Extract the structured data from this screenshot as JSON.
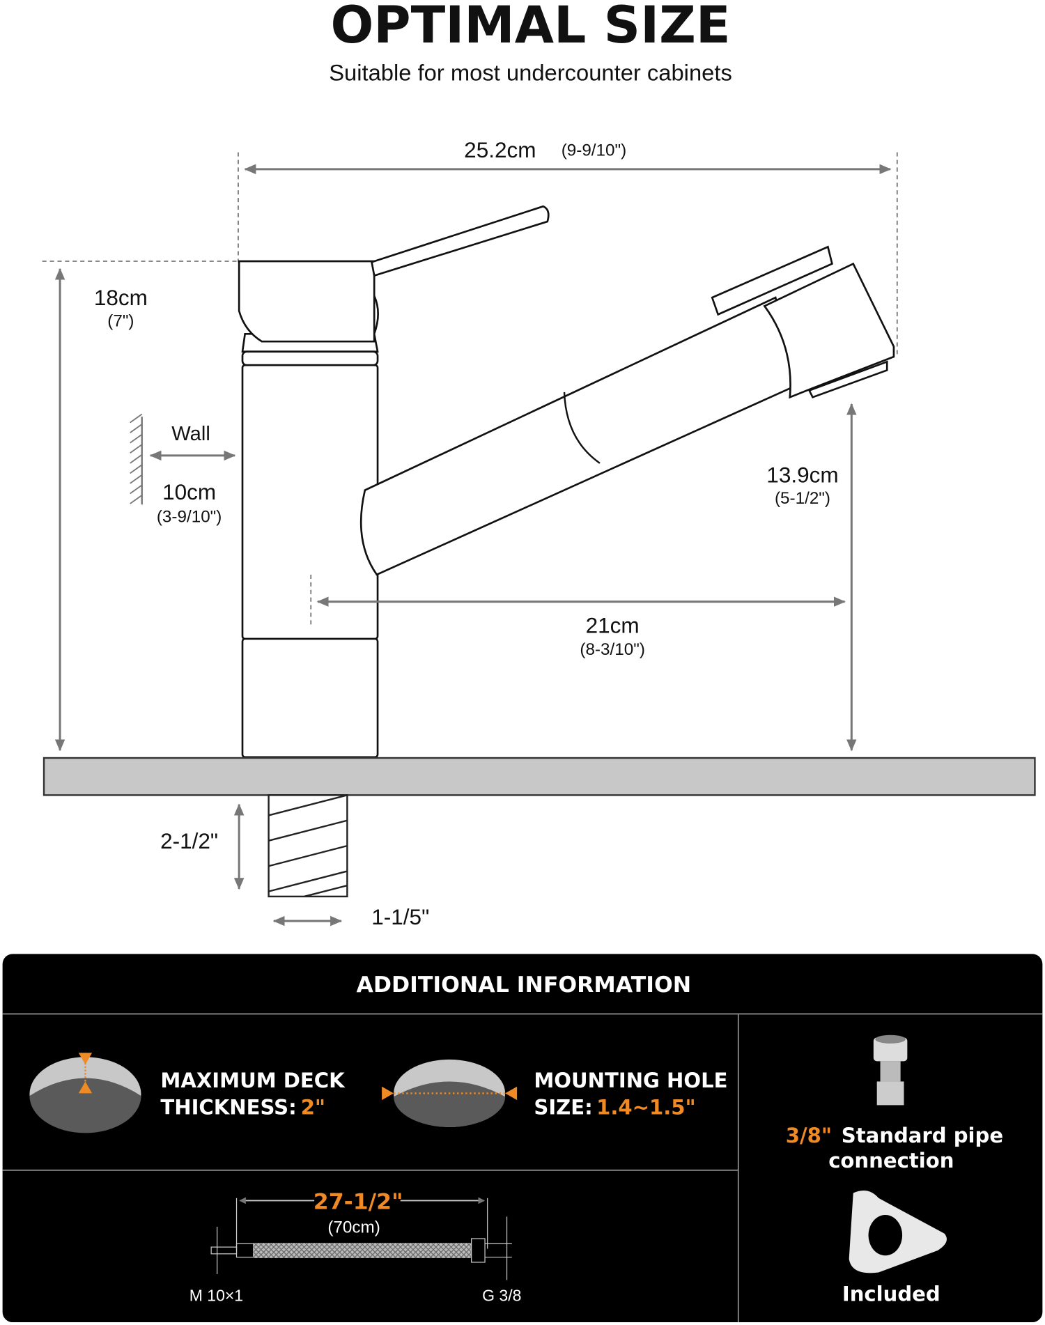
{
  "header": {
    "title": "OPTIMAL SIZE",
    "subtitle": "Suitable for most undercounter cabinets"
  },
  "dimensions": {
    "width_cm": "25.2cm",
    "width_in": "(9-9/10\")",
    "height_cm": "18cm",
    "height_in": "(7\")",
    "wall_label": "Wall",
    "wall_cm": "10cm",
    "wall_in": "(3-9/10\")",
    "spout_height_cm": "13.9cm",
    "spout_height_in": "(5-1/2\")",
    "reach_cm": "21cm",
    "reach_in": "(8-3/10\")",
    "shank_length": "2-1/2\"",
    "shank_diameter": "1-1/5\""
  },
  "info": {
    "title": "ADDITIONAL INFORMATION",
    "deck_label_1": "MAXIMUM DECK",
    "deck_label_2": "THICKNESS:",
    "deck_value": "2\"",
    "hole_label_1": "MOUNTING HOLE",
    "hole_label_2": "SIZE:",
    "hole_value": "1.4~1.5\"",
    "hose_length": "27-1/2\"",
    "hose_length_cm": "(70cm)",
    "hose_left": "M 10×1",
    "hose_right": "G 3/8",
    "pipe_value": "3/8\"",
    "pipe_label_1": "Standard pipe",
    "pipe_label_2": "connection",
    "washer_label": "Included"
  },
  "colors": {
    "accent": "#f08a24",
    "panel": "#000000",
    "counter": "#c8c8c8"
  }
}
